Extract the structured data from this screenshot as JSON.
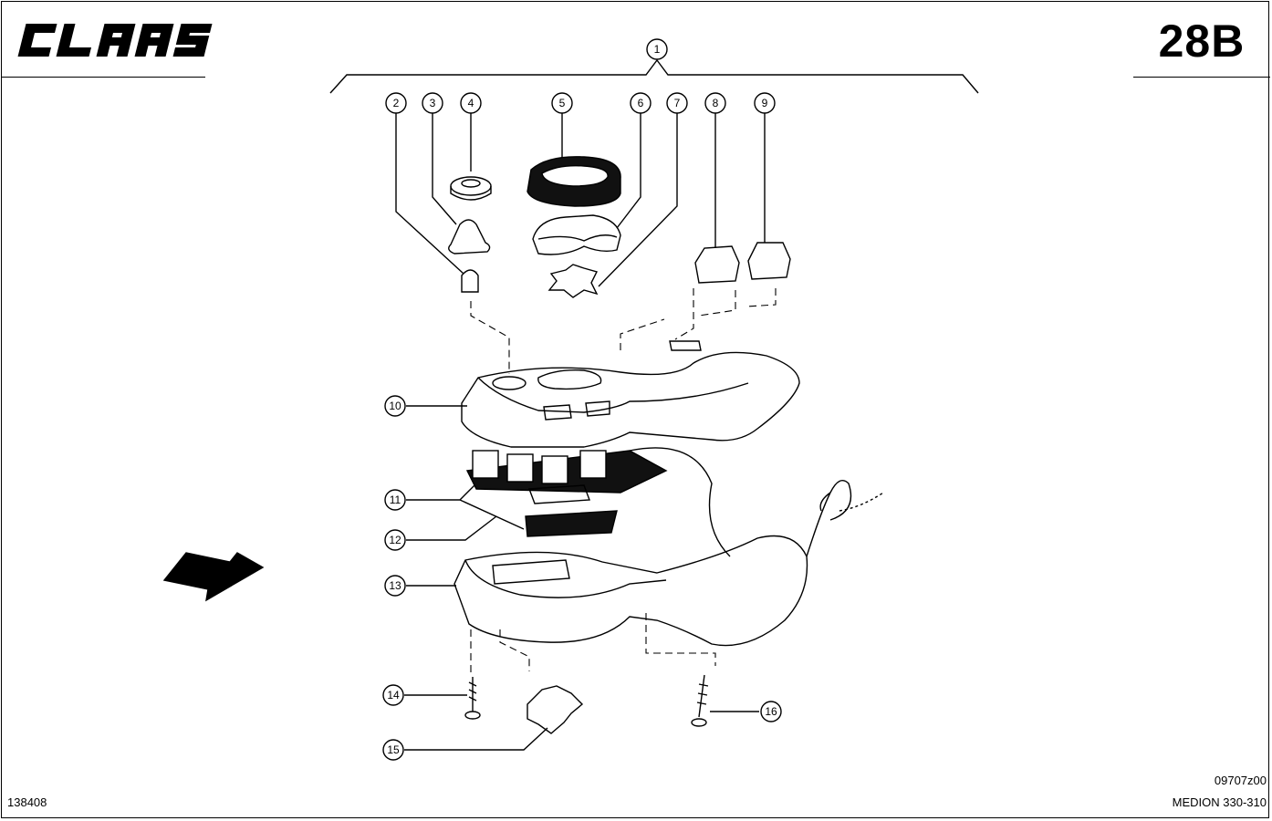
{
  "header": {
    "brand": "CLAAS",
    "sheet_number": "28B"
  },
  "diagram": {
    "callouts": [
      "1",
      "2",
      "3",
      "4",
      "5",
      "6",
      "7",
      "8",
      "9",
      "10",
      "11",
      "12",
      "13",
      "14",
      "15",
      "16"
    ]
  },
  "footer": {
    "document_id": "138408",
    "reference_code": "09707z00",
    "model": "MEDION 330-310"
  }
}
